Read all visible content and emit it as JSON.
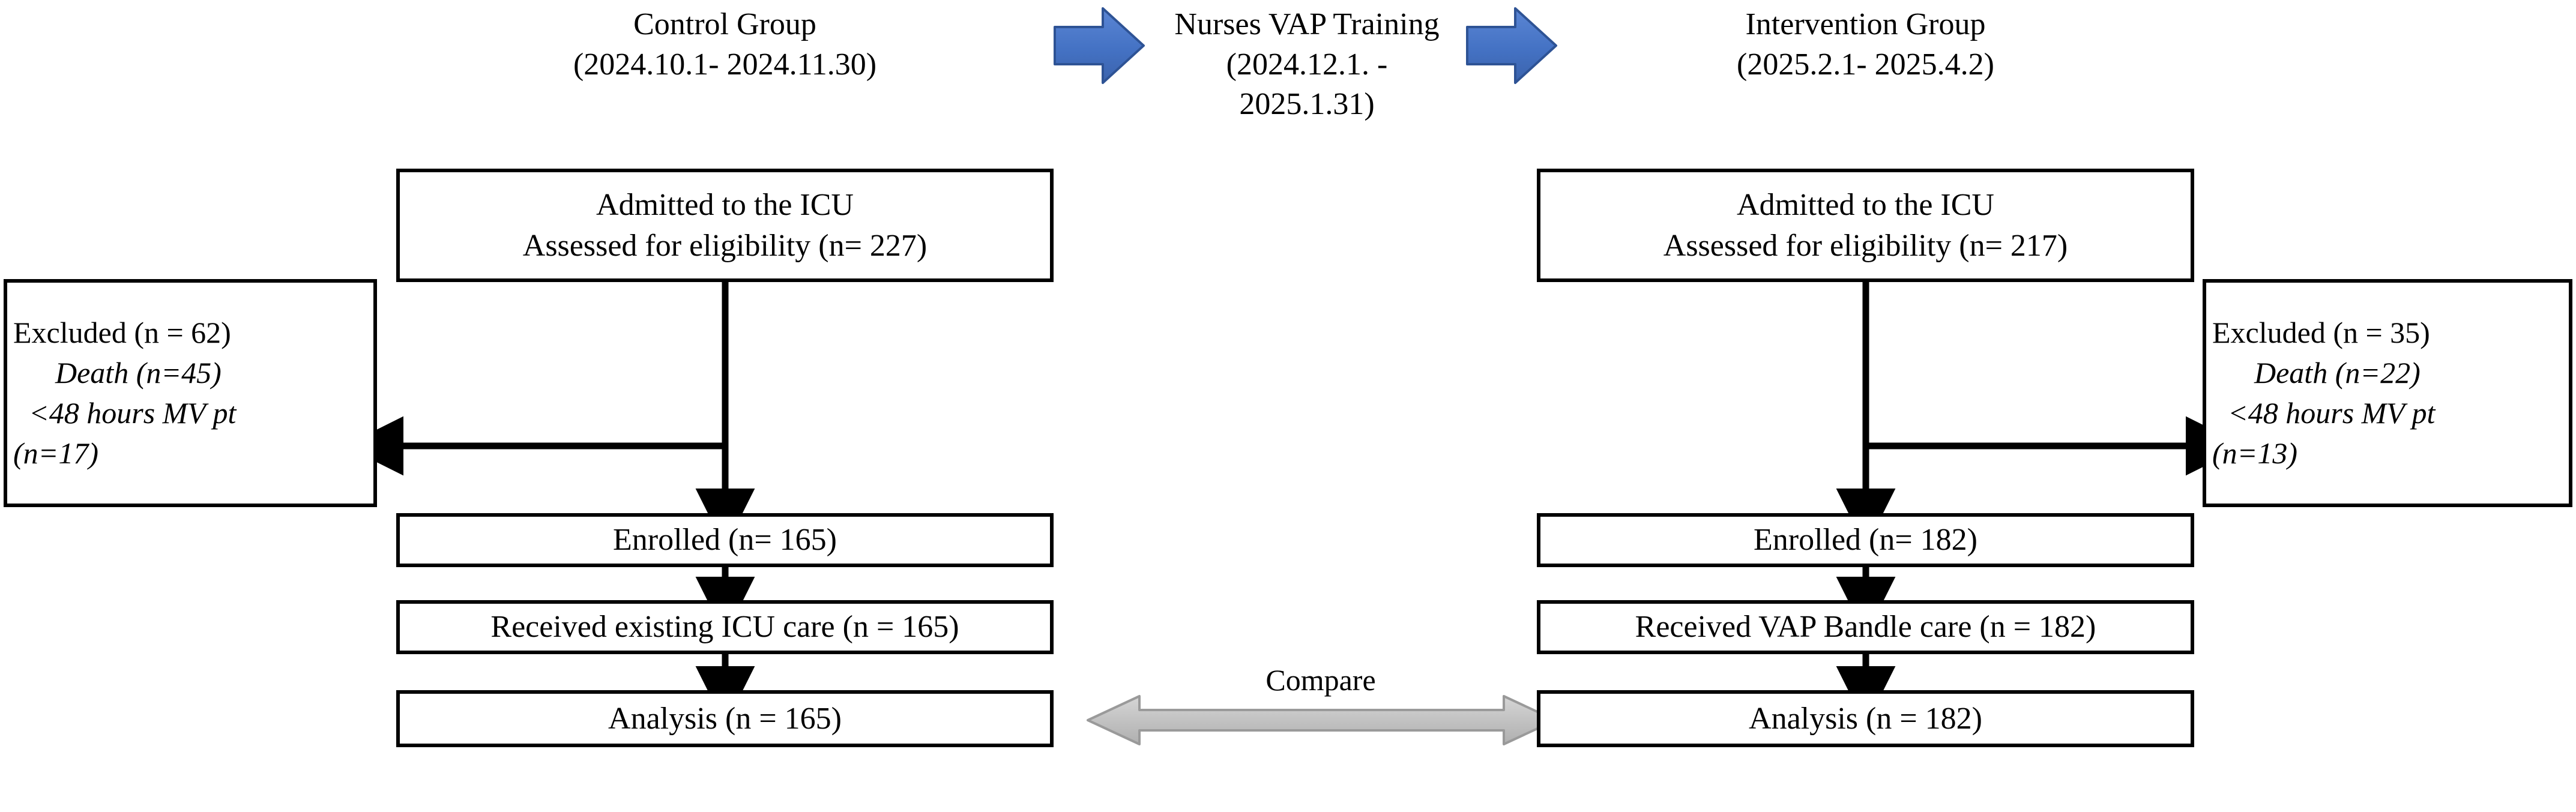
{
  "figure": {
    "type": "consort-flow-diagram",
    "title_visible": false
  },
  "colors": {
    "box_border": "#000000",
    "background": "#ffffff",
    "text": "#000000",
    "training_arrow_fill": "#4472C4",
    "training_arrow_stroke": "#2E5395",
    "compare_arrow_fill": "#BFBFBF",
    "compare_arrow_stroke": "#9A9A9A",
    "connector": "#000000"
  },
  "headers": {
    "control": {
      "title": "Control Group",
      "period": "(2024.10.1- 2024.11.30)"
    },
    "training": {
      "title": "Nurses VAP Training",
      "period_line1": "(2024.12.1. -",
      "period_line2": "2025.1.31)",
      "left_arrow_icon": "right-block-arrow-icon",
      "right_arrow_icon": "right-block-arrow-icon"
    },
    "intervention": {
      "title": "Intervention Group",
      "period": "(2025.2.1- 2025.4.2)"
    }
  },
  "control_arm": {
    "admitted": {
      "line1": "Admitted to the ICU",
      "line2": "Assessed for eligibility (n= 227)"
    },
    "excluded": {
      "line1": "Excluded (n = 62)",
      "line2": "Death (n=45)",
      "line3": "<48 hours MV pt",
      "line4": "(n=17)"
    },
    "enrolled": "Enrolled (n= 165)",
    "received": "Received existing ICU care (n = 165)",
    "analysis": "Analysis (n = 165)"
  },
  "intervention_arm": {
    "admitted": {
      "line1": "Admitted to the ICU",
      "line2": "Assessed for eligibility (n= 217)"
    },
    "excluded": {
      "line1": "Excluded (n = 35)",
      "line2": "Death (n=22)",
      "line3": "<48 hours MV pt",
      "line4": "(n=13)"
    },
    "enrolled": "Enrolled (n= 182)",
    "received": "Received VAP Bandle care (n = 182)",
    "analysis": "Analysis (n = 182)"
  },
  "compare": {
    "label": "Compare",
    "arrow_icon": "double-headed-arrow-icon"
  }
}
